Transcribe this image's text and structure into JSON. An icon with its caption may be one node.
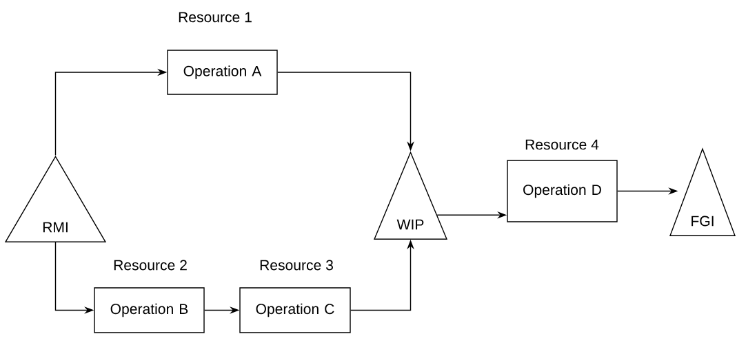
{
  "diagram": {
    "nodes": [
      {
        "text": [
          "RMI"
        ]
      },
      {
        "text": [
          "Resource 1",
          "Operation A"
        ]
      },
      {
        "text": [
          "Resource 2",
          "Operation B"
        ]
      },
      {
        "text": [
          "Resource 3",
          "Operation C"
        ]
      },
      {
        "text": [
          "WIP"
        ]
      },
      {
        "text": [
          "Resource 4",
          "Operation D"
        ]
      },
      {
        "text": [
          "FGI"
        ]
      }
    ],
    "edges": [
      {
        "from": 0,
        "to": 1,
        "arrow": "to"
      },
      {
        "from": 1,
        "to": 4,
        "arrow": "to"
      },
      {
        "from": 0,
        "to": 2,
        "arrow": "to"
      },
      {
        "from": 2,
        "to": 3,
        "arrow": "to"
      },
      {
        "from": 3,
        "to": 4,
        "arrow": "to"
      },
      {
        "from": 4,
        "to": 5,
        "arrow": "to"
      },
      {
        "from": 5,
        "to": 6,
        "arrow": "to"
      }
    ]
  }
}
